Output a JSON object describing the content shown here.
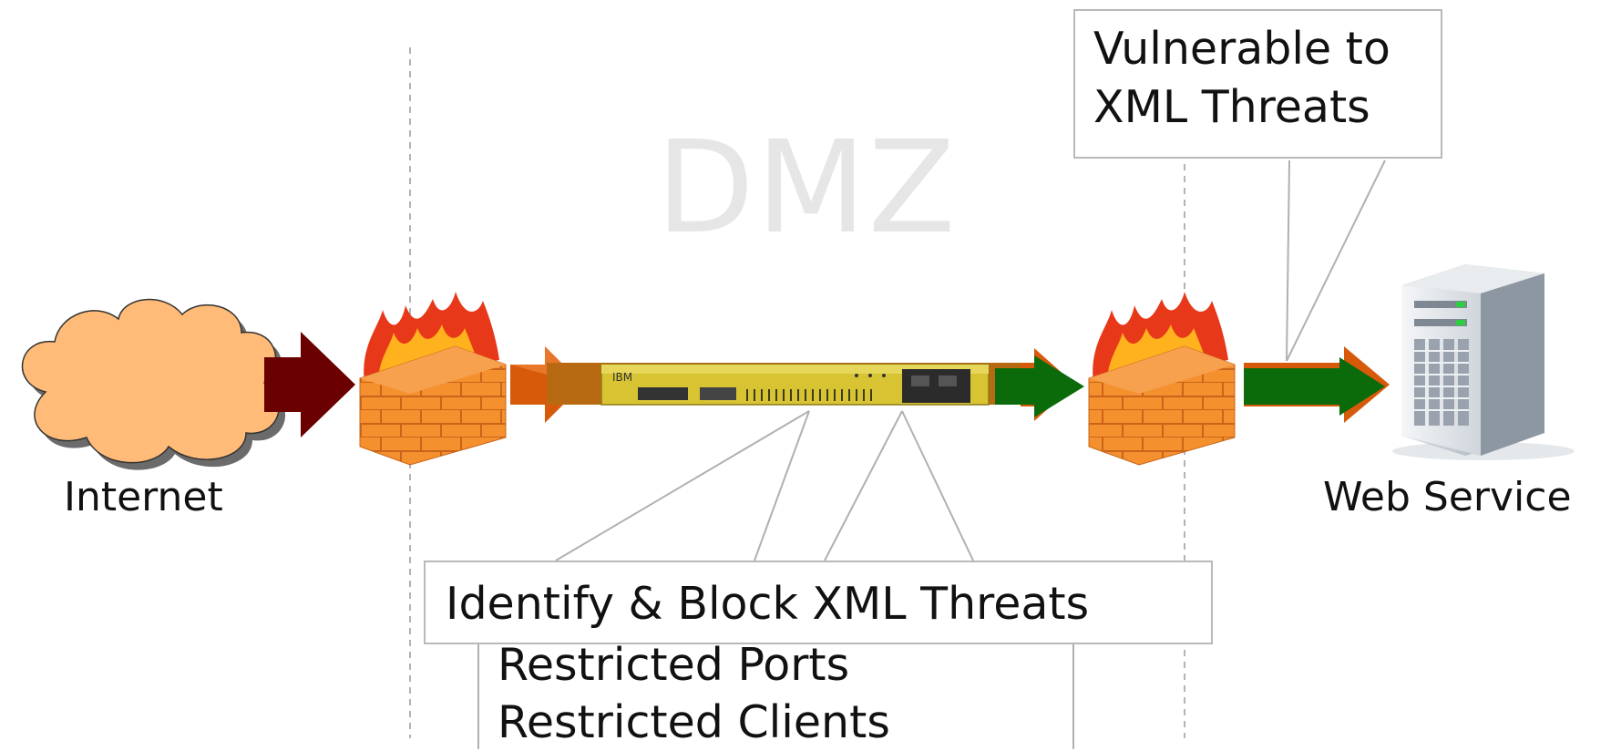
{
  "diagram": {
    "zone_label": "DMZ",
    "nodes": {
      "internet": {
        "label": "Internet",
        "icon": "cloud-icon",
        "color": "#ffbb77"
      },
      "web_service": {
        "label": "Web Service",
        "icon": "server-icon"
      },
      "firewall_outer": {
        "icon": "firewall-icon"
      },
      "firewall_inner": {
        "icon": "firewall-icon"
      },
      "appliance": {
        "icon": "network-appliance-icon",
        "brand_text": "IBM"
      }
    },
    "callouts": {
      "top": {
        "lines": [
          "Vulnerable to",
          "XML Threats"
        ]
      },
      "bottom": {
        "text": "Identify & Block XML Threats"
      }
    },
    "list": [
      "Restricted Ports",
      "Restricted Clients"
    ],
    "colors": {
      "arrow_red": "#6b0000",
      "arrow_orange": "#d65a0a",
      "arrow_green": "#0b6b0b",
      "brick": "#f08a2c",
      "flame": "#e8381a",
      "appliance_body": "#d8c433"
    }
  }
}
